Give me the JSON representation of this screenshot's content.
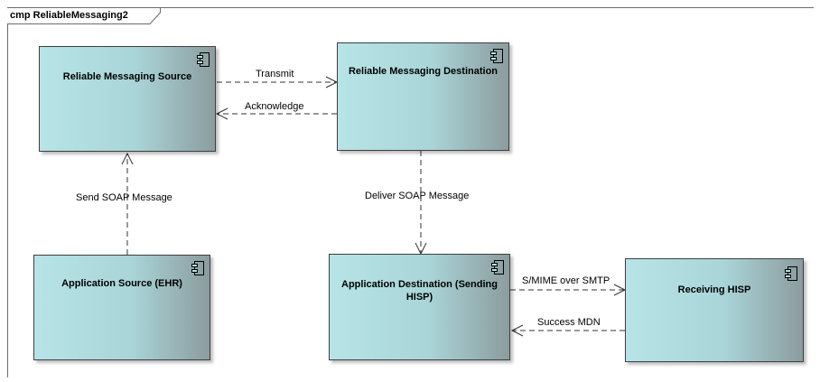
{
  "frame": {
    "title": "cmp ReliableMessaging2"
  },
  "components": {
    "rm_source": {
      "label": "Reliable Messaging Source"
    },
    "rm_destination": {
      "label": "Reliable Messaging Destination"
    },
    "app_source": {
      "label": "Application Source (EHR)"
    },
    "app_destination": {
      "label": "Application Destination (Sending HISP)"
    },
    "receiving_hisp": {
      "label": "Receiving HISP"
    }
  },
  "connectors": {
    "transmit": {
      "label": "Transmit"
    },
    "acknowledge": {
      "label": "Acknowledge"
    },
    "send_soap": {
      "label": "Send SOAP Message"
    },
    "deliver_soap": {
      "label": "Deliver SOAP Message"
    },
    "smime": {
      "label": "S/MIME over SMTP"
    },
    "success_mdn": {
      "label": "Success MDN"
    }
  },
  "icons": {
    "component_icon": "uml-component-icon"
  }
}
